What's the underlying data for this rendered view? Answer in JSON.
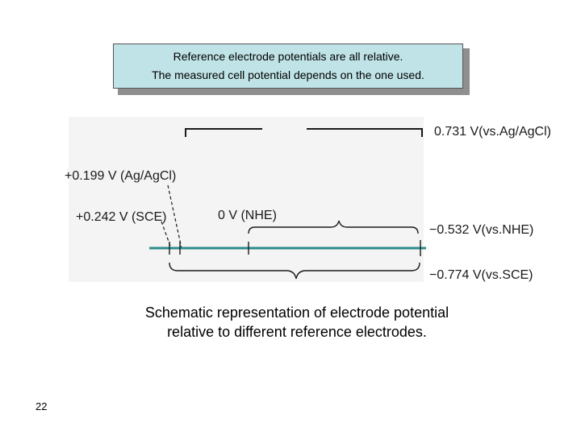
{
  "callout": {
    "line1": "Reference electrode potentials are all relative.",
    "line2": "The measured cell potential depends on the one used."
  },
  "diagram": {
    "labels": {
      "agcl_reading": "0.731 V(vs.Ag/AgCl)",
      "agcl_ref": "+0.199 V (Ag/AgCl)",
      "sce_ref": "+0.242 V (SCE)",
      "nhe_ref": "0 V (NHE)",
      "nhe_reading": "−0.532 V(vs.NHE)",
      "sce_reading": "−0.774 V(vs.SCE)"
    },
    "colors": {
      "axis": "#2e8b8b",
      "panel": "#f4f4f4",
      "ink": "#1a1a1a"
    }
  },
  "caption": {
    "line1": "Schematic representation of electrode potential",
    "line2": "relative to different reference electrodes."
  },
  "page_number": "22"
}
